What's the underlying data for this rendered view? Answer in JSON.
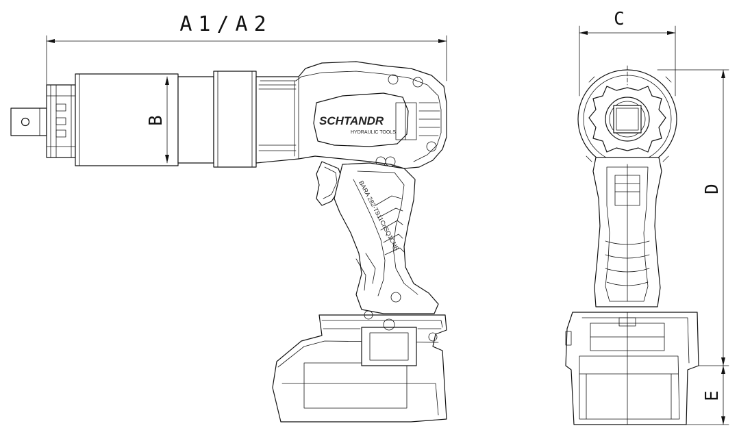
{
  "dimensions": {
    "overall_length": "A1/A2",
    "head_diameter": "B",
    "side_width": "C",
    "side_height": "D",
    "battery_height": "E"
  },
  "brand": {
    "name": "SCHTANDR",
    "subtitle": "HYDRAULIC TOOLS",
    "grip_text": "BARA 282-TS11CnSQ1CNB"
  }
}
